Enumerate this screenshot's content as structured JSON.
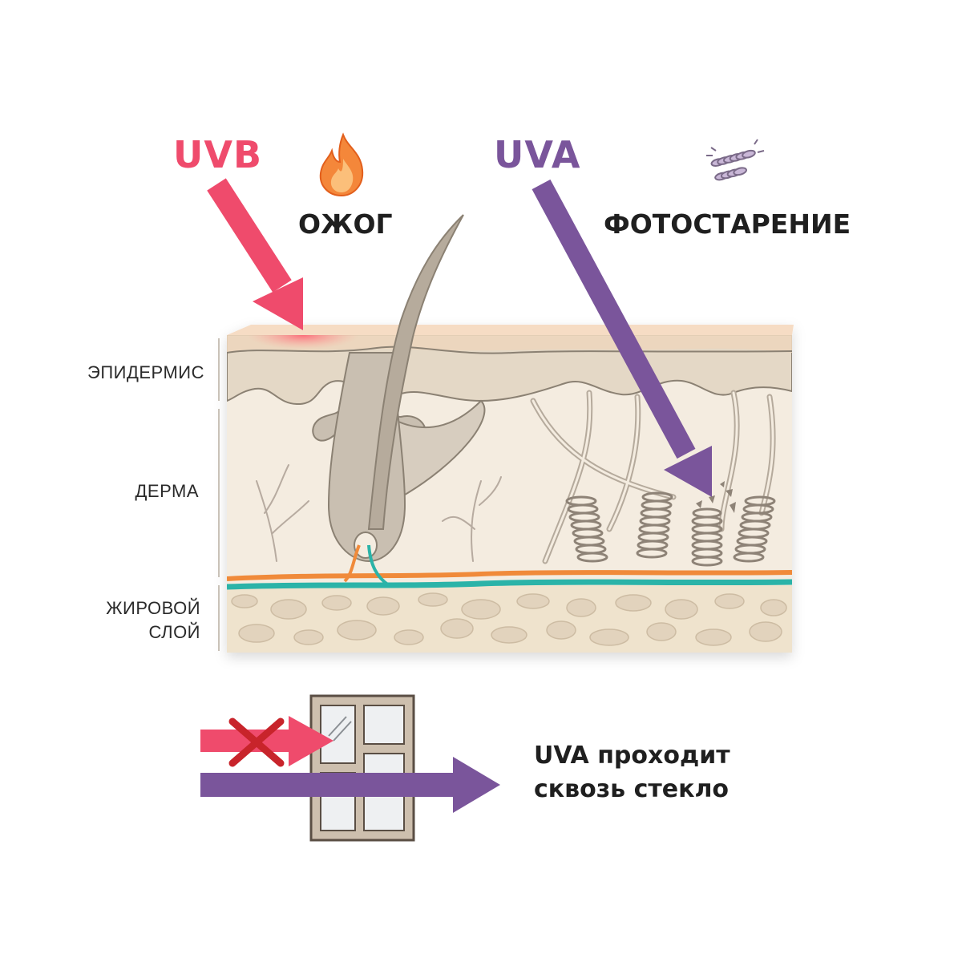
{
  "header": {
    "uvb_label": "UVB",
    "uva_label": "UVA",
    "uvb_effect": "ОЖОГ",
    "uva_effect": "ФОТОСТАРЕНИЕ",
    "uvb_effect_icon": "flame-icon",
    "uva_effect_icon": "broken-collagen-icon"
  },
  "layers": {
    "epidermis": "ЭПИДЕРМИС",
    "dermis": "ДЕРМА",
    "fat_line1": "ЖИРОВОЙ",
    "fat_line2": "СЛОЙ"
  },
  "glass": {
    "caption_line1": "UVA проходит",
    "caption_line2": "сквозь стекло",
    "window_icon": "window-icon",
    "blocked_icon": "cross-icon"
  },
  "colors": {
    "uvb": "#ef4b6c",
    "uva": "#7a559b",
    "epidermis": "#e6d9c6",
    "dermis": "#f4ece0",
    "fat": "#efe3cd",
    "nerve_orange": "#f08a3a",
    "nerve_teal": "#2bb3a8",
    "cross": "#c8242b"
  }
}
